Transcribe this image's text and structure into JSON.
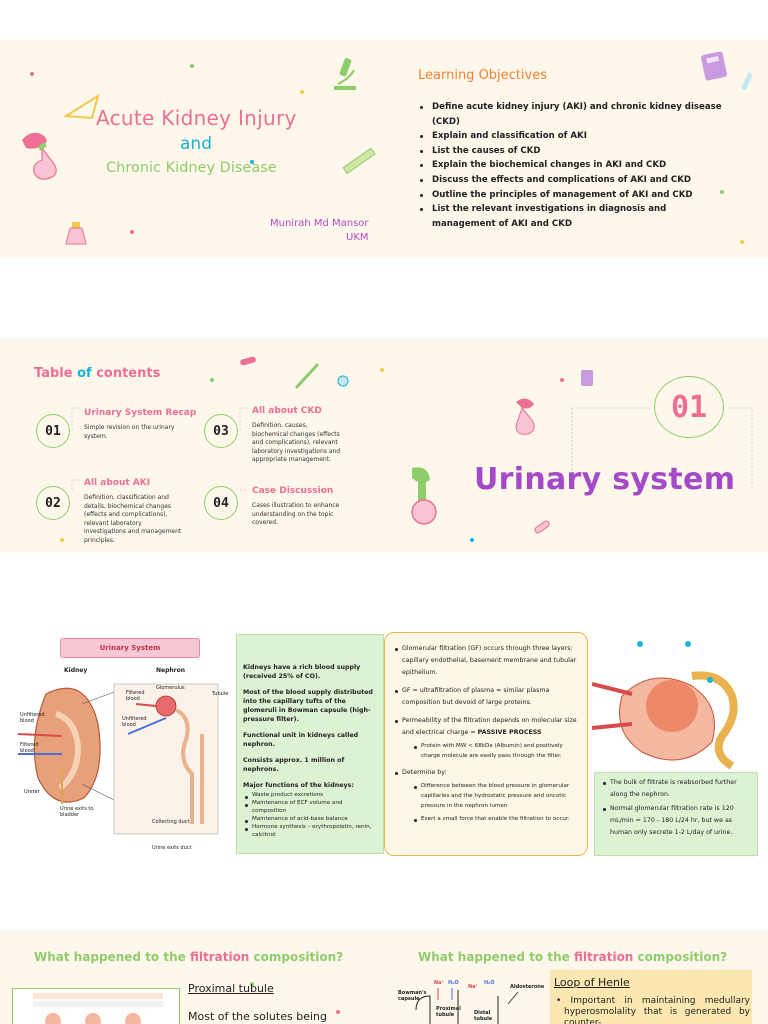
{
  "slide1": {
    "title_line1": "Acute Kidney Injury",
    "title_line2": "and",
    "title_line3": "Chronic Kidney Disease",
    "author": "Munirah Md Mansor",
    "institution": "UKM",
    "objectives_heading": "Learning Objectives",
    "objectives": [
      "Define acute kidney injury (AKI) and chronic kidney disease (CKD)",
      "Explain and classification of AKI",
      "List the causes of CKD",
      "Explain the biochemical changes in AKI and CKD",
      "Discuss the effects and complications of AKI and CKD",
      "Outline the principles of management of AKI and CKD",
      "List the relevant investigations in diagnosis and management of AKI and CKD"
    ]
  },
  "slide2": {
    "toc_heading_a": "Table ",
    "toc_heading_b": "of",
    "toc_heading_c": " contents",
    "items": [
      {
        "num": "01",
        "title": "Urinary System Recap",
        "desc": "Simple revision on the urinary system."
      },
      {
        "num": "02",
        "title": "All about AKI",
        "desc": "Definition, classification and details, biochemical changes (effects and complications), relevant laboratory investigations and management principles."
      },
      {
        "num": "03",
        "title": "All about CKD",
        "desc": "Definition, causes, biochemical changes (effects and complications), relevant laboratory investigations and appropriate management."
      },
      {
        "num": "04",
        "title": "Case Discussion",
        "desc": "Cases illustration to enhance understanding on the topic covered."
      }
    ],
    "section_number": "01",
    "section_title": "Urinary system"
  },
  "slide3": {
    "diagram": {
      "banner": "Urinary System",
      "label_kidney": "Kidney",
      "label_nephron": "Nephron",
      "label_glomerulus": "Glomerulus",
      "label_tubule": "Tubule",
      "label_filtered_blood": "Filtered blood",
      "label_unfiltered_blood": "Unfiltered blood",
      "label_unfiltered_blood_left": "Unfiltered blood",
      "label_filtered_blood_left": "Filtered blood",
      "label_ureter": "Ureter",
      "label_urine_exits_bladder": "Urine exits to bladder",
      "label_collecting_duct": "Collecting duct",
      "label_urine_exits_duct": "Urine exits duct"
    },
    "green_box": {
      "p1": "Kidneys have a rich blood supply (received 25% of CO).",
      "p2": "Most of the blood supply distributed into the capillary tufts of the glomeruli in Bowman capsule (high-pressure filter).",
      "p3": "Functional unit in kidneys called nephron.",
      "p4": "Consists approx. 1 million of nephrons.",
      "p5": "Major functions of the kidneys:",
      "functions": [
        "Waste product excretions",
        "Maintenance of ECF volume and composition",
        "Maintenance of acid-base balance",
        "Hormone synthesis – erythropoietin, renin, calcitriol"
      ]
    },
    "yellow_box": {
      "b1": "Glomerular filtration (GF) occurs through three layers: capillary endothelial, basement membrane and tubular epithelium.",
      "b2": "GF = ultrafiltration of plasma = similar plasma composition but devoid of large proteins.",
      "b3_pre": "Permeability of the filtration depends on molecular size and electrical charge = ",
      "b3_bold": "PASSIVE PROCESS",
      "b3_sub": "Protein with MW < 68kDa (Albumin) and positively charge molecule are easily pass through the filter.",
      "b4": "Determine by:",
      "b4_sub1": "Difference between the blood pressure in glomerular capillaries and the hydrostatic pressure and oncotic pressure in the nephron lumen",
      "b4_sub2": "Exert a small force that enable the filtration to occur."
    },
    "right_green": {
      "b1": "The bulk of filtrate is reabsorbed further along the nephron.",
      "b2": "Normal glomerular filtration rate is 120 mL/min = 170 - 180 L/24 hr, but we as human only secrete 1-2 L/day of urine."
    }
  },
  "slide4": {
    "left_title_a": "What happened to the ",
    "left_title_b": "filtration",
    "left_title_c": " composition?",
    "right_title_a": "What happened to the ",
    "right_title_b": "filtration",
    "right_title_c": " composition?",
    "proximal_heading": "Proximal tubule",
    "proximal_text": "Most of the solutes being",
    "loop_heading": "Loop of Henle",
    "loop_text": "Important in maintaining medullary hyperosmolality that is generated by counter-",
    "diag_bowman": "Bowman's capsule",
    "diag_proximal": "Proximal tubule",
    "diag_distal": "Distal tubule",
    "diag_aldosterone": "Aldosterone",
    "ion_na": "Na⁺",
    "ion_h2o": "H₂O"
  },
  "colors": {
    "pink": "#ee6f94",
    "cyan": "#19b3d6",
    "green": "#8fcc6a",
    "purple": "#b24cc9",
    "cream": "#fdf7ec",
    "light_green": "#ddf1d3",
    "yellow_border": "#e8b84a"
  }
}
